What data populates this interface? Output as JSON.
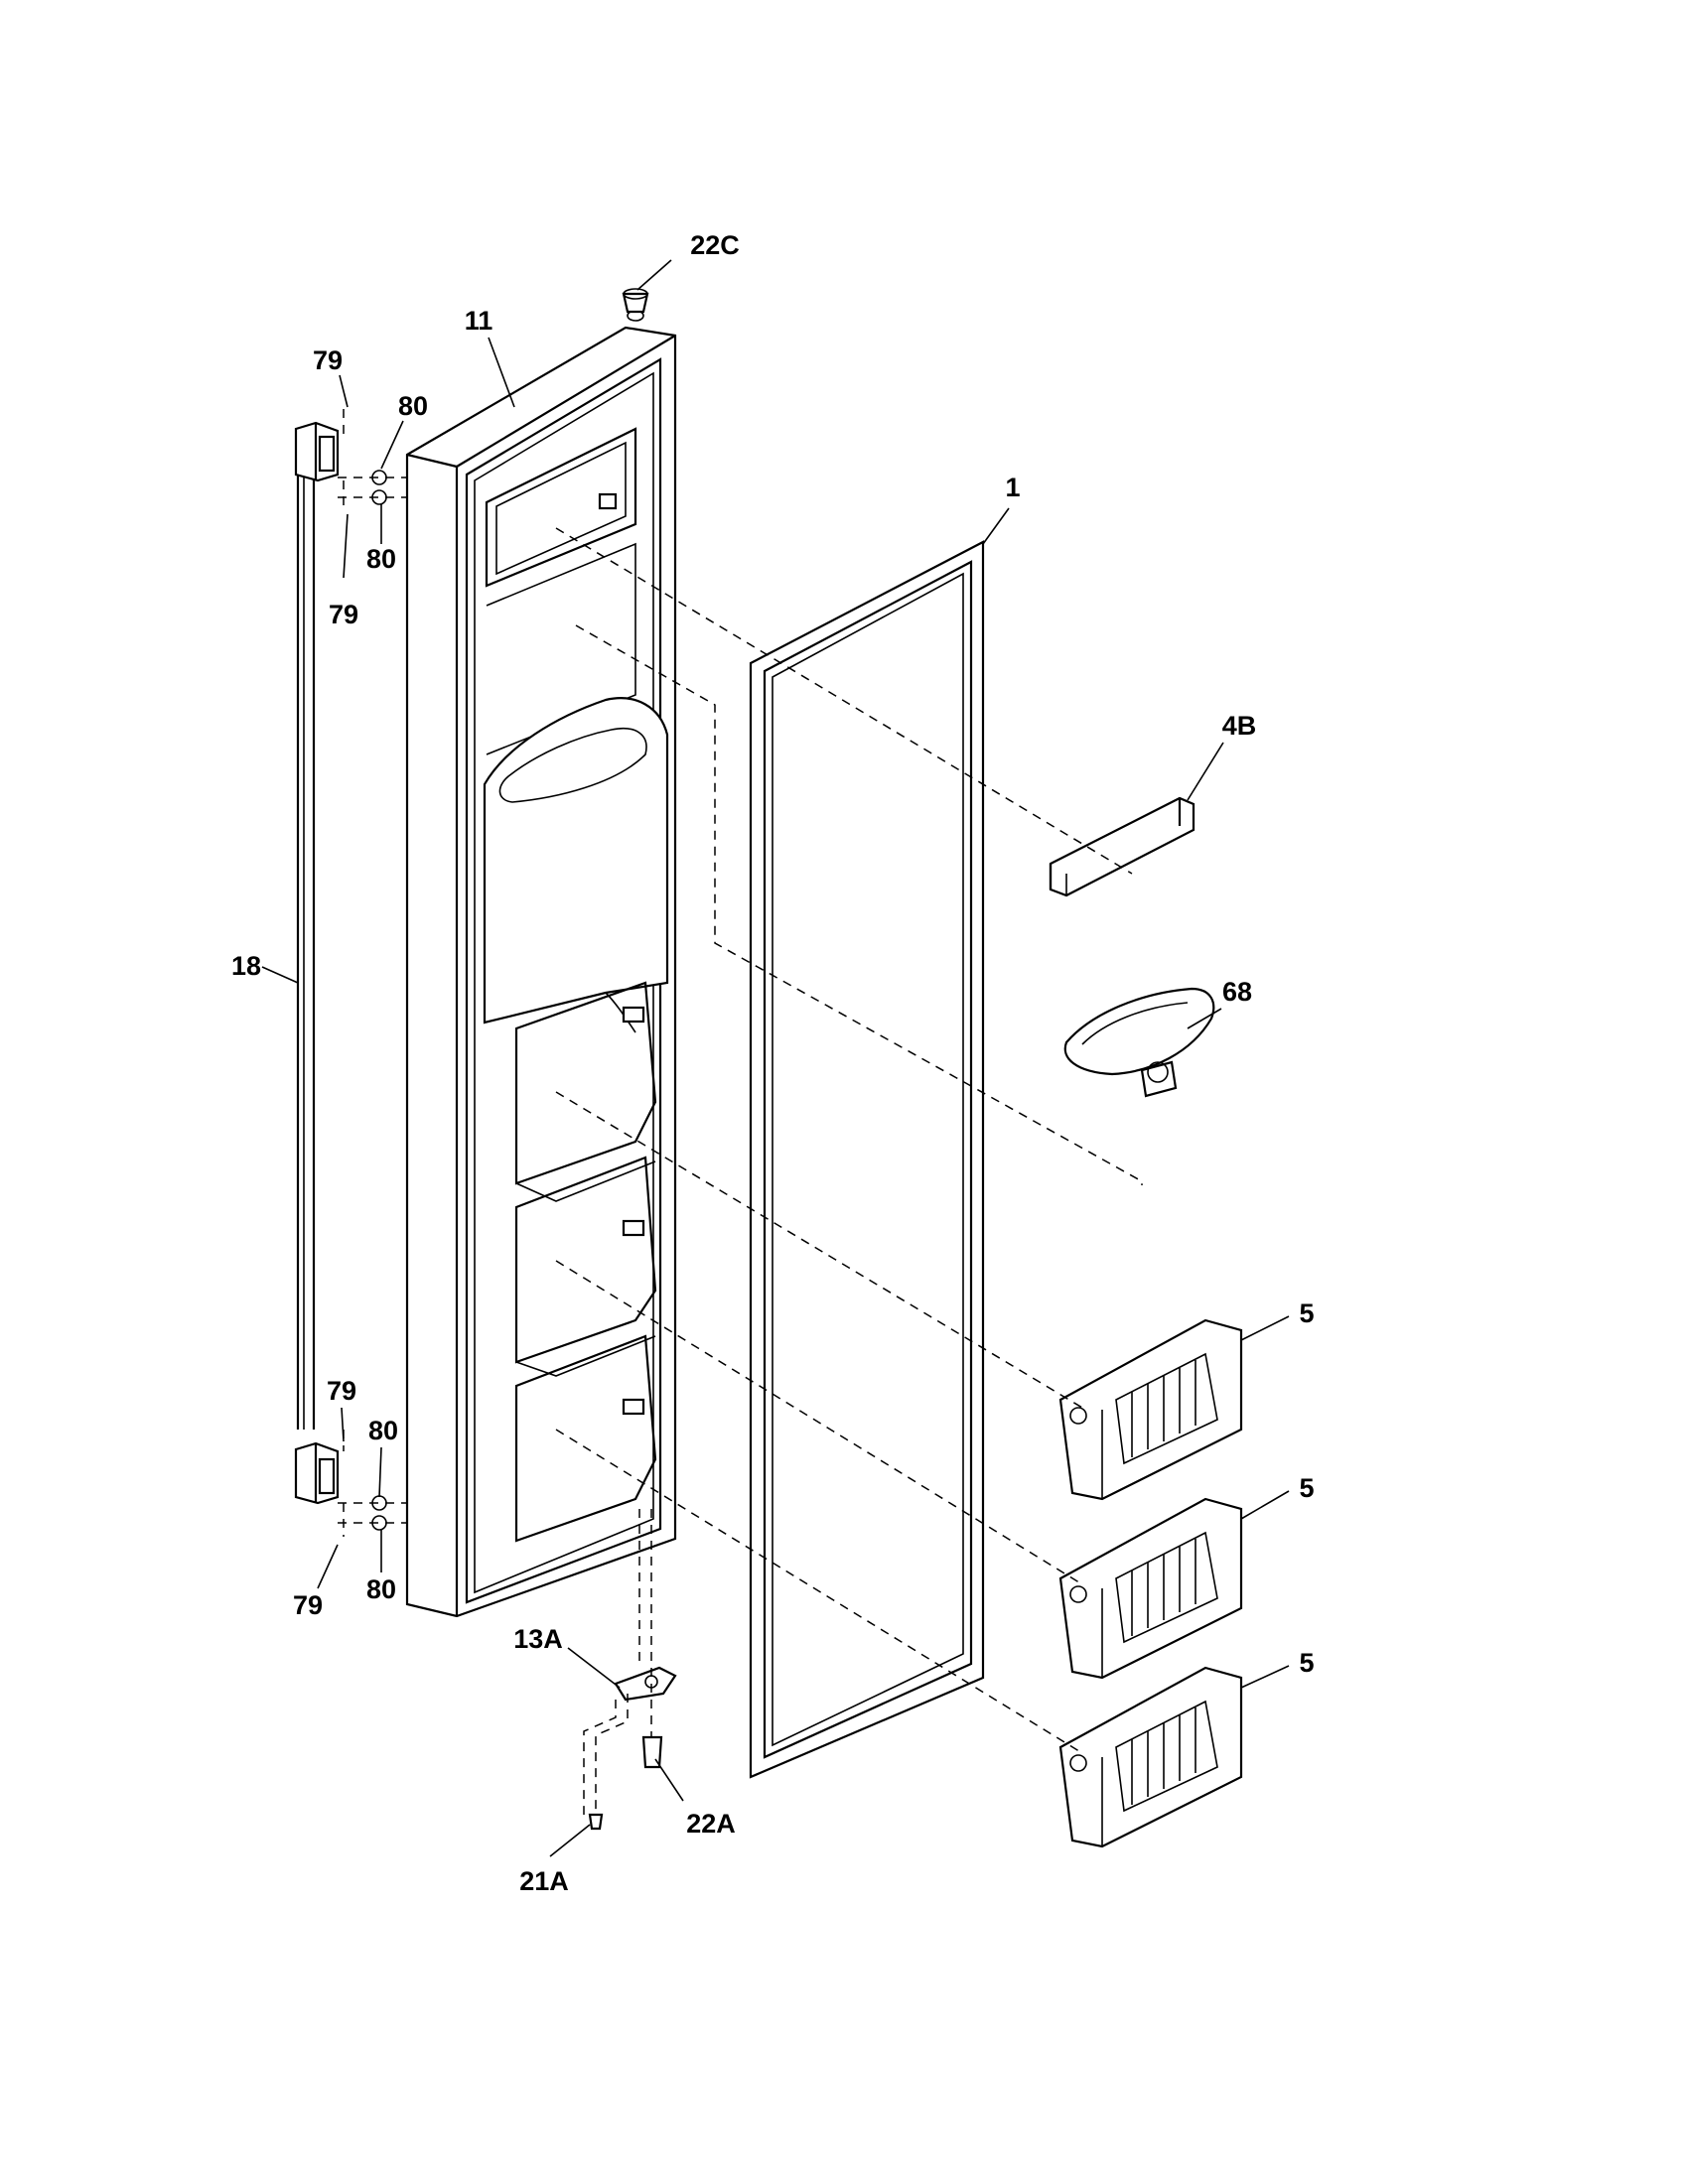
{
  "diagram": {
    "labels": {
      "p22c": "22C",
      "p11": "11",
      "p79_top_a": "79",
      "p80_top_a": "80",
      "p80_top_b": "80",
      "p79_top_b": "79",
      "p1": "1",
      "p4b": "4B",
      "p68": "68",
      "p18": "18",
      "p5_a": "5",
      "p5_b": "5",
      "p5_c": "5",
      "p79_bot_a": "79",
      "p80_bot_a": "80",
      "p80_bot_b": "80",
      "p79_bot_b": "79",
      "p13a": "13A",
      "p22a": "22A",
      "p21a": "21A"
    }
  }
}
